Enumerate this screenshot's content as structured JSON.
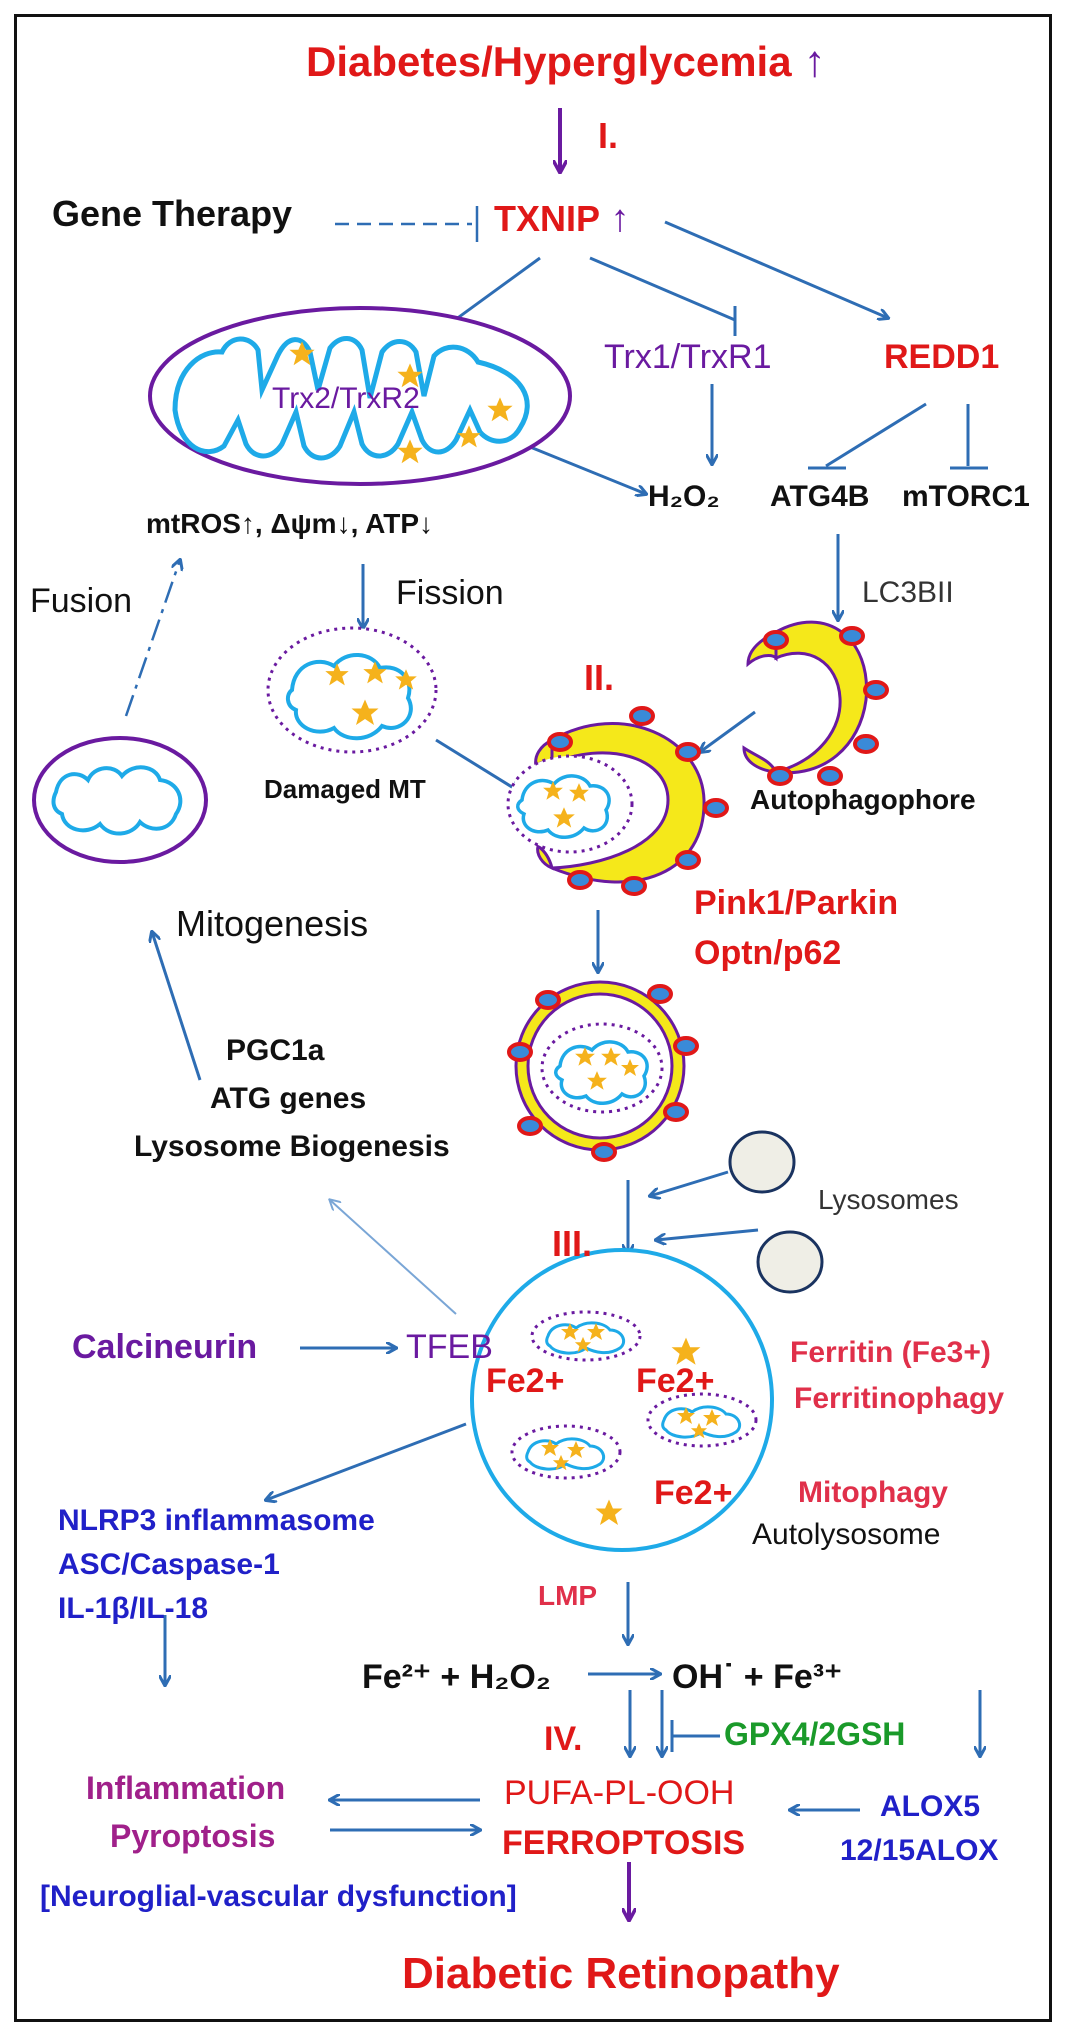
{
  "labels": {
    "top": "Diabetes/Hyperglycemia",
    "stage1": "I.",
    "gene_therapy": "Gene Therapy",
    "txnip": "TXNIP",
    "trx1": "Trx1/TrxR1",
    "redd1": "REDD1",
    "trx2": "Trx2/TrxR2",
    "mtros": "mtROS↑, Δψm↓, ATP↓",
    "h2o2": "H₂O₂",
    "atg4b": "ATG4B",
    "mtorc1": "mTORC1",
    "fusion": "Fusion",
    "fission": "Fission",
    "lc3bii": "LC3BII",
    "stage2": "II.",
    "damaged_mt": "Damaged MT",
    "autophagophore": "Autophagophore",
    "mitogenesis": "Mitogenesis",
    "pink1": "Pink1/Parkin",
    "optn": "Optn/p62",
    "pgc1a": "PGC1a",
    "atg_genes": "ATG genes",
    "lyso_bio": "Lysosome Biogenesis",
    "lysosomes": "Lysosomes",
    "stage3": "III.",
    "calcineurin": "Calcineurin",
    "tfeb": "TFEB",
    "fe2_a": "Fe2+",
    "fe2_b": "Fe2+",
    "fe2_c": "Fe2+",
    "ferritin": "Ferritin (Fe3+)",
    "ferritinophagy": "Ferritinophagy",
    "mitophagy": "Mitophagy",
    "autolysosome": "Autolysosome",
    "nlrp3": "NLRP3 inflammasome",
    "asc": "ASC/Caspase-1",
    "il1b": "IL-1β/IL-18",
    "lmp": "LMP",
    "fenton_left": "Fe²⁺ + H₂O₂",
    "fenton_right": "OH˙ + Fe³⁺",
    "stage4": "IV.",
    "gpx4": "GPX4/2GSH",
    "inflammation": "Inflammation",
    "pyroptosis": "Pyroptosis",
    "pufa": "PUFA-PL-OOH",
    "ferroptosis": "FERROPTOSIS",
    "alox5": "ALOX5",
    "alox12": "12/15ALOX",
    "neuro": "[Neuroglial-vascular dysfunction]",
    "bottom": "Diabetic Retinopathy"
  },
  "colors": {
    "red": "#e01818",
    "purple": "#6a1aa0",
    "arrow_blue": "#2e6db4",
    "mito_blue": "#1eaae8",
    "yellow": "#f5e81a",
    "star": "#f5b21c",
    "green": "#1a9a2a",
    "dark_blue": "#2020c8"
  }
}
